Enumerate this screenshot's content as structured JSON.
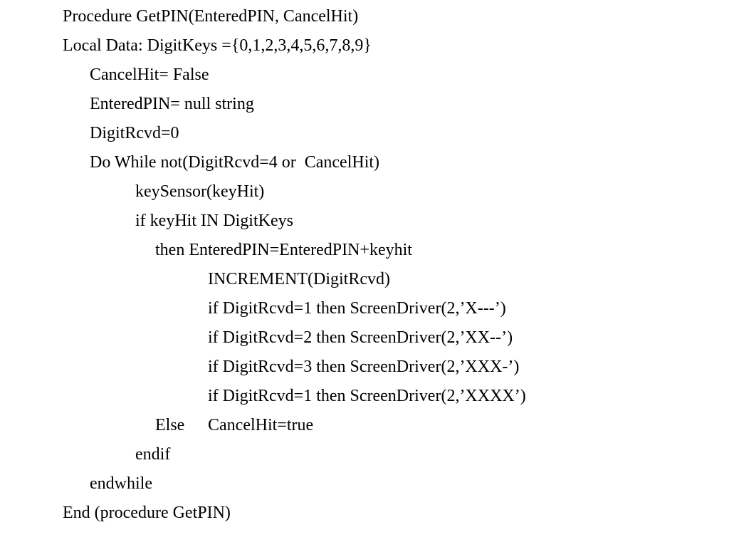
{
  "procedure": {
    "lines": [
      "Procedure GetPIN(EnteredPIN, CancelHit)",
      "Local Data: DigitKeys ={0,1,2,3,4,5,6,7,8,9}",
      "CancelHit= False",
      "EnteredPIN= null string",
      "DigitRcvd=0",
      "Do While not(DigitRcvd=4 or  CancelHit)",
      "keySensor(keyHit)",
      "if keyHit IN DigitKeys",
      "then EnteredPIN=EnteredPIN+keyhit",
      "INCREMENT(DigitRcvd)",
      "if DigitRcvd=1 then ScreenDriver(2,’X---’)",
      "if DigitRcvd=2 then ScreenDriver(2,’XX--’)",
      "if DigitRcvd=3 then ScreenDriver(2,’XXX-’)",
      "if DigitRcvd=1 then ScreenDriver(2,’XXXX’)",
      "endif",
      "endwhile",
      "End (procedure GetPIN)"
    ],
    "else_keyword": "Else",
    "else_statement": "CancelHit=true"
  }
}
